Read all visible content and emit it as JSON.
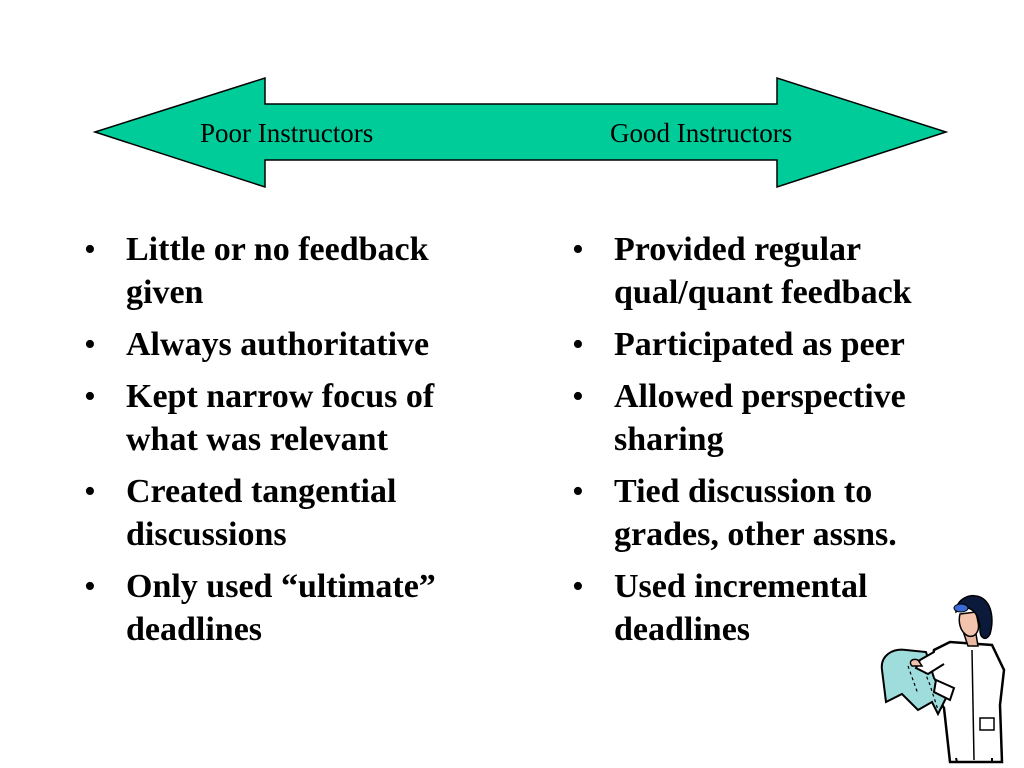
{
  "arrow": {
    "left_label": "Poor Instructors",
    "right_label": "Good Instructors",
    "fill_color": "#00cc99"
  },
  "left_column": {
    "items": [
      "Little or no feedback given",
      "Always authoritative",
      "Kept narrow focus of what was relevant",
      "Created tangential discussions",
      "Only used “ultimate” deadlines"
    ]
  },
  "right_column": {
    "items": [
      "Provided regular qual/quant feedback",
      "Participated as peer",
      "Allowed perspective sharing",
      "Tied discussion to grades, other assns.",
      "Used incremental deadlines"
    ]
  },
  "clipart": {
    "icon": "scientist-reading-printout-icon"
  }
}
